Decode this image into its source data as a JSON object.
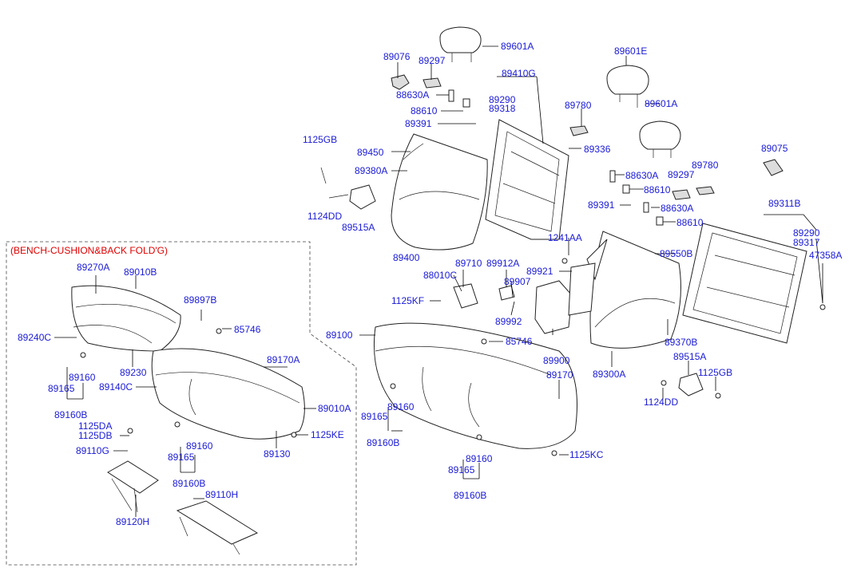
{
  "group_title": "(BENCH-CUSHION&BACK FOLD'G)",
  "labels": {
    "p89601A_top": "89601A",
    "p89076": "89076",
    "p89297_top": "89297",
    "p88630A_top": "88630A",
    "p89410G": "89410G",
    "p89290_top": "89290",
    "p89318": "89318",
    "p88610_top": "88610",
    "p89391_top": "89391",
    "p1125GB_left": "1125GB",
    "p89450": "89450",
    "p89380A": "89380A",
    "p1124DD_left": "1124DD",
    "p89515A_left": "89515A",
    "p89400": "89400",
    "p89336": "89336",
    "p89780_top": "89780",
    "p89601E": "89601E",
    "p89601A_mid": "89601A",
    "p88630A_mid": "88630A",
    "p89297_mid": "89297",
    "p89780_mid": "89780",
    "p88610_mid": "88610",
    "p89391_mid": "89391",
    "p88630A_low": "88630A",
    "p88610_low": "88610",
    "p89075": "89075",
    "p89311B": "89311B",
    "p89290_right": "89290",
    "p89317": "89317",
    "p47358A": "47358A",
    "p1241AA": "1241AA",
    "p89550B": "89550B",
    "p89921": "89921",
    "p89710": "89710",
    "p89912A": "89912A",
    "p88010C": "88010C",
    "p89907": "89907",
    "p1125KF": "1125KF",
    "p89992": "89992",
    "p89370B": "89370B",
    "p89515A_right": "89515A",
    "p1125GB_right": "1125GB",
    "p1124DD_right": "1124DD",
    "p89100": "89100",
    "p85746_mid": "85746",
    "p89900": "89900",
    "p89300A": "89300A",
    "p89170_mid": "89170",
    "p89165_mid": "89165",
    "p89160_mid": "89160",
    "p89160B_mid": "89160B",
    "p1125KC": "1125KC",
    "p89160_low": "89160",
    "p89165_low": "89165",
    "p89160B_low": "89160B",
    "p89270A": "89270A",
    "p89010B": "89010B",
    "p89897B": "89897B",
    "p85746_box": "85746",
    "p89240C": "89240C",
    "p89160_box1": "89160",
    "p89230": "89230",
    "p89165_box1": "89165",
    "p89170A": "89170A",
    "p89140C": "89140C",
    "p89160B_box1": "89160B",
    "p89010A": "89010A",
    "p1125DA": "1125DA",
    "p1125DB": "1125DB",
    "p1125KE": "1125KE",
    "p89110G": "89110G",
    "p89160_box2": "89160",
    "p89130": "89130",
    "p89165_box2": "89165",
    "p89160B_box2": "89160B",
    "p89110H": "89110H",
    "p89120H": "89120H"
  }
}
